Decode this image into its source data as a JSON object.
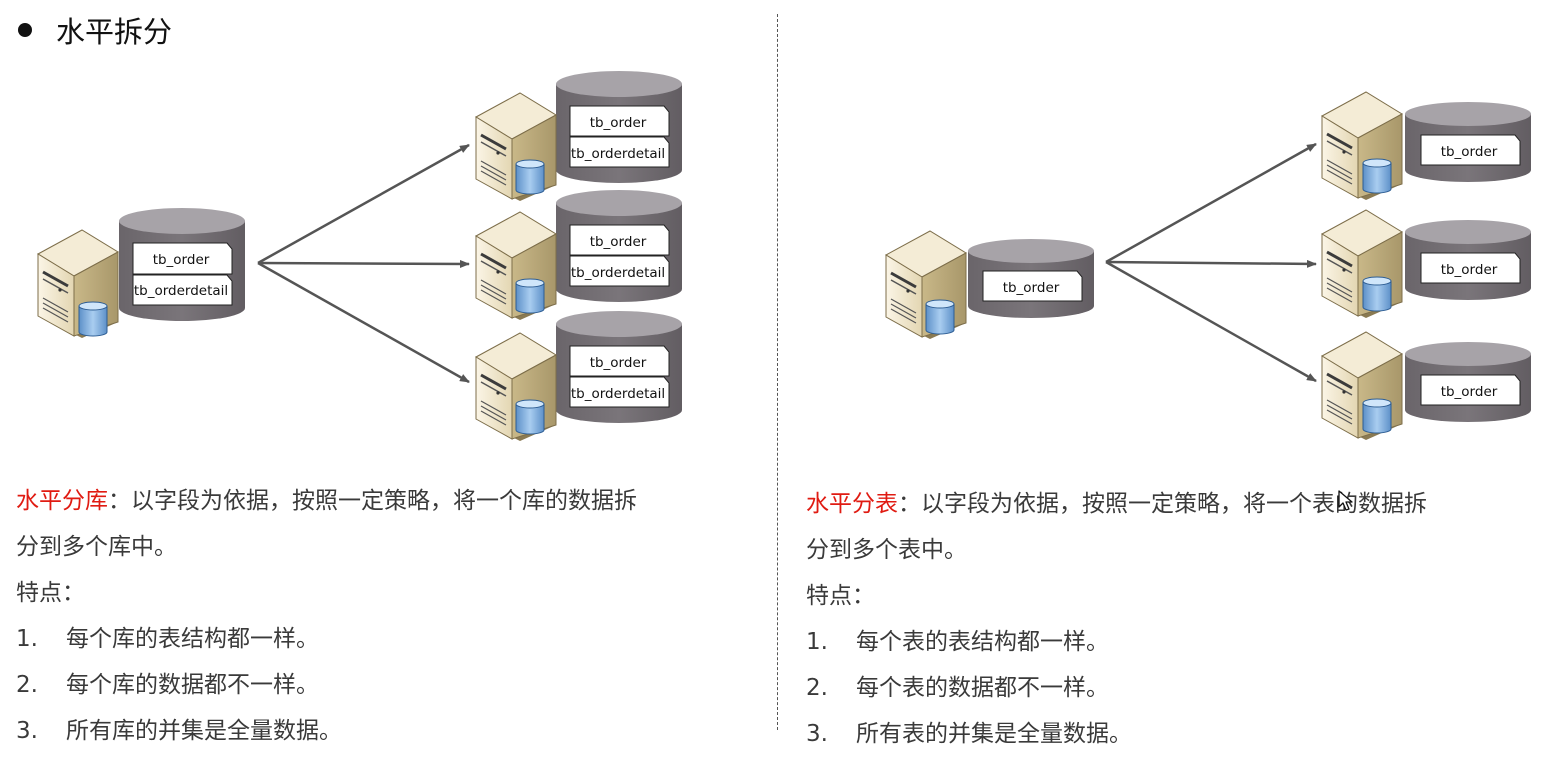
{
  "title": "水平拆分",
  "tables": {
    "order": "tb_order",
    "detail": "tb_orderdetail"
  },
  "left": {
    "highlight": "水平分库",
    "desc_line1": "：以字段为依据，按照一定策略，将一个库的数据拆",
    "desc_line2": "分到多个库中。",
    "features_label": "特点：",
    "features": [
      {
        "num": "1.",
        "text": "每个库的表结构都一样。"
      },
      {
        "num": "2.",
        "text": "每个库的数据都不一样。"
      },
      {
        "num": "3.",
        "text": "所有库的并集是全量数据。"
      }
    ]
  },
  "right": {
    "highlight": "水平分表",
    "desc_line1": "：以字段为依据，按照一定策略，将一个表的数据拆",
    "desc_line2": "分到多个表中。",
    "features_label": "特点：",
    "features": [
      {
        "num": "1.",
        "text": "每个表的表结构都一样。"
      },
      {
        "num": "2.",
        "text": "每个表的数据都不一样。"
      },
      {
        "num": "3.",
        "text": "所有表的并集是全量数据。"
      }
    ]
  },
  "colors": {
    "highlight": "#e01b12",
    "cylinder_body": "#706b70",
    "cylinder_top": "#a7a3a8",
    "arrow": "#555555",
    "server_beige": "#efe4c6",
    "db_blue": "#7fb0e0"
  },
  "icons": [
    "server-icon",
    "database-icon",
    "cylinder-icon",
    "arrow-icon",
    "cursor-icon"
  ]
}
